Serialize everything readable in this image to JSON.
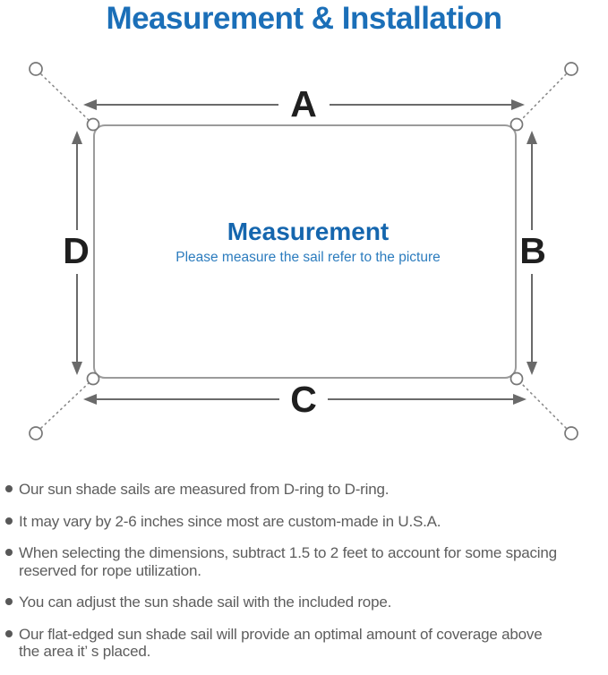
{
  "title": "Measurement & Installation",
  "diagram": {
    "labels": {
      "a": "A",
      "b": "B",
      "c": "C",
      "d": "D"
    },
    "center_title": "Measurement",
    "center_subtitle": "Please measure the sail refer to the picture",
    "colors": {
      "title_blue": "#1b6fb8",
      "center_title_blue": "#1566ae",
      "subtitle_blue": "#2c7cbe",
      "outline_gray": "#9b9b9b",
      "arrow_gray": "#6a6a6a",
      "label_black": "#1f1f1f"
    }
  },
  "notes": {
    "items": [
      {
        "text": "Our sun shade sails are measured from D-ring to D-ring."
      },
      {
        "text": "It may vary by 2-6 inches since most are custom-made in U.S.A."
      },
      {
        "text": "When selecting the dimensions, subtract 1.5 to 2 feet to account for some spacing\nreserved for rope utilization."
      },
      {
        "text": "You can adjust the sun shade sail with the included rope."
      },
      {
        "text": "Our flat-edged sun shade sail will provide an optimal amount of coverage above\nthe area it’ s placed."
      }
    ]
  }
}
